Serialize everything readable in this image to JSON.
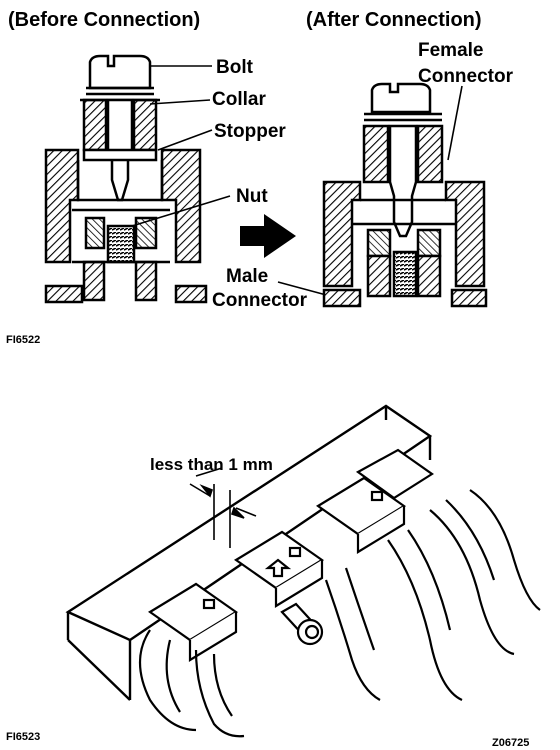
{
  "top_figure": {
    "before_heading": "(Before Connection)",
    "after_heading": "(After Connection)",
    "labels": {
      "bolt": "Bolt",
      "collar": "Collar",
      "stopper": "Stopper",
      "nut": "Nut",
      "female_connector_line1": "Female",
      "female_connector_line2": "Connector",
      "male_connector_line1": "Male",
      "male_connector_line2": "Connector"
    },
    "figure_code": "FI6522"
  },
  "bottom_figure": {
    "dimension_label": "less than 1 mm",
    "figure_code": "FI6523",
    "image_code": "Z06725"
  }
}
